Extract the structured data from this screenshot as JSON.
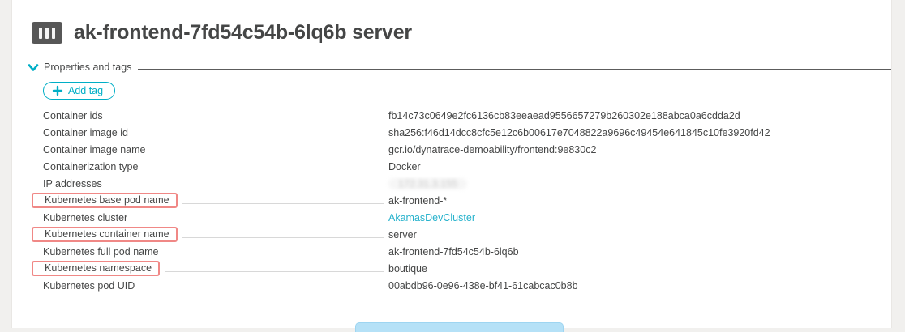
{
  "page": {
    "title": "ak-frontend-7fd54c54b-6lq6b server"
  },
  "section": {
    "title": "Properties and tags",
    "chevron_icon": "chevron-down",
    "expanded": true
  },
  "toolbar": {
    "add_tag_label": "Add tag",
    "add_tag_icon": "plus"
  },
  "properties": [
    {
      "label": "Container ids",
      "value": "fb14c73c0649e2fc6136cb83eeaead9556657279b260302e188abca0a6cdda2d"
    },
    {
      "label": "Container image id",
      "value": "sha256:f46d14dcc8cfc5e12c6b00617e7048822a9696c49454e641845c10fe3920fd42"
    },
    {
      "label": "Container image name",
      "value": "gcr.io/dynatrace-demoability/frontend:9e830c2"
    },
    {
      "label": "Containerization type",
      "value": "Docker"
    },
    {
      "label": "IP addresses",
      "value": "172.31.3.155",
      "redacted": true
    },
    {
      "label": "Kubernetes base pod name",
      "value": "ak-frontend-*",
      "highlighted": true
    },
    {
      "label": "Kubernetes cluster",
      "value": "AkamasDevCluster",
      "link": true
    },
    {
      "label": "Kubernetes container name",
      "value": "server",
      "highlighted": true
    },
    {
      "label": "Kubernetes full pod name",
      "value": "ak-frontend-7fd54c54b-6lq6b"
    },
    {
      "label": "Kubernetes namespace",
      "value": "boutique",
      "highlighted": true
    },
    {
      "label": "Kubernetes pod UID",
      "value": "00abdb96-0e96-438e-bf41-61cabcac0b8b"
    }
  ],
  "colors": {
    "accent_teal": "#00aec6",
    "link_teal": "#26b2cc",
    "highlight_red": "#f08886",
    "text_gray": "#454646",
    "leader_line": "#d8d8d8",
    "bottom_button_blue": "#b5e1f7"
  }
}
